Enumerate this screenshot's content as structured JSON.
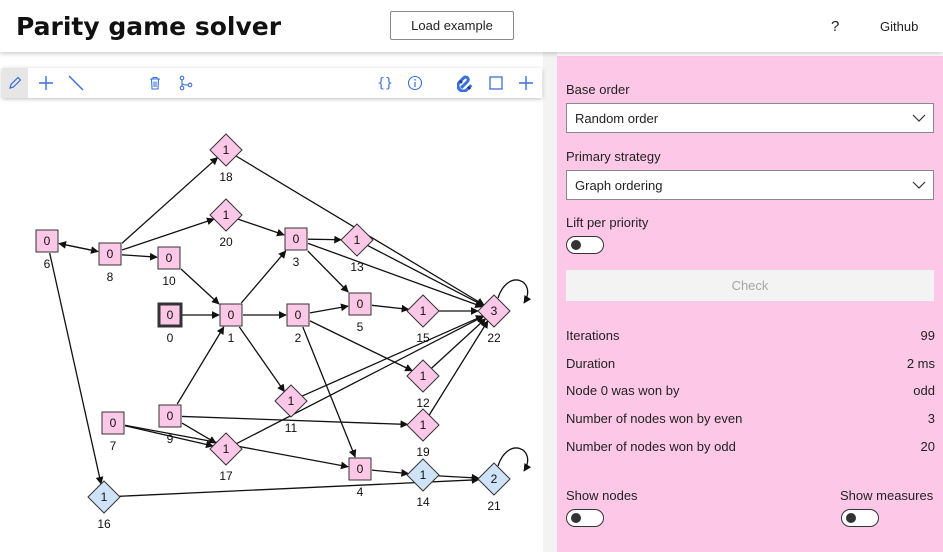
{
  "header": {
    "title": "Parity game solver",
    "load_button": "Load example",
    "help": "?",
    "github": "Github"
  },
  "toolbar": {
    "left": [
      "pencil-icon",
      "plus-icon",
      "line-icon",
      "trash-icon",
      "branch-icon"
    ],
    "right": [
      "braces-icon",
      "info-icon",
      "magnet-icon",
      "square-icon",
      "plus-icon"
    ],
    "braces": "{}"
  },
  "graph": {
    "nodes": [
      {
        "id": "0",
        "priority": "0",
        "shape": "box",
        "color": "#fdc8e7",
        "selected": true
      },
      {
        "id": "1",
        "priority": "0",
        "shape": "box",
        "color": "#fdc8e7"
      },
      {
        "id": "2",
        "priority": "0",
        "shape": "box",
        "color": "#fdc8e7"
      },
      {
        "id": "3",
        "priority": "0",
        "shape": "box",
        "color": "#fdc8e7"
      },
      {
        "id": "4",
        "priority": "0",
        "shape": "box",
        "color": "#fdc8e7"
      },
      {
        "id": "5",
        "priority": "0",
        "shape": "box",
        "color": "#fdc8e7"
      },
      {
        "id": "6",
        "priority": "0",
        "shape": "box",
        "color": "#fdc8e7"
      },
      {
        "id": "7",
        "priority": "0",
        "shape": "box",
        "color": "#fdc8e7"
      },
      {
        "id": "8",
        "priority": "0",
        "shape": "box",
        "color": "#fdc8e7"
      },
      {
        "id": "9",
        "priority": "0",
        "shape": "box",
        "color": "#fdc8e7"
      },
      {
        "id": "10",
        "priority": "0",
        "shape": "box",
        "color": "#fdc8e7"
      },
      {
        "id": "11",
        "priority": "1",
        "shape": "diamond",
        "color": "#fdc8e7"
      },
      {
        "id": "12",
        "priority": "1",
        "shape": "diamond",
        "color": "#fdc8e7"
      },
      {
        "id": "13",
        "priority": "1",
        "shape": "diamond",
        "color": "#fdc8e7"
      },
      {
        "id": "14",
        "priority": "1",
        "shape": "diamond",
        "color": "#cfe3f8"
      },
      {
        "id": "15",
        "priority": "1",
        "shape": "diamond",
        "color": "#fdc8e7"
      },
      {
        "id": "16",
        "priority": "1",
        "shape": "diamond",
        "color": "#cfe3f8"
      },
      {
        "id": "17",
        "priority": "1",
        "shape": "diamond",
        "color": "#fdc8e7"
      },
      {
        "id": "18",
        "priority": "1",
        "shape": "diamond",
        "color": "#fdc8e7"
      },
      {
        "id": "19",
        "priority": "1",
        "shape": "diamond",
        "color": "#fdc8e7"
      },
      {
        "id": "20",
        "priority": "1",
        "shape": "diamond",
        "color": "#fdc8e7"
      },
      {
        "id": "21",
        "priority": "2",
        "shape": "diamond",
        "color": "#cfe3f8"
      },
      {
        "id": "22",
        "priority": "3",
        "shape": "diamond",
        "color": "#fdc8e7"
      }
    ],
    "edges": [
      [
        "0",
        "1"
      ],
      [
        "1",
        "2"
      ],
      [
        "1",
        "3"
      ],
      [
        "1",
        "11"
      ],
      [
        "2",
        "5"
      ],
      [
        "2",
        "4"
      ],
      [
        "2",
        "12"
      ],
      [
        "3",
        "13"
      ],
      [
        "3",
        "5"
      ],
      [
        "3",
        "22"
      ],
      [
        "5",
        "15"
      ],
      [
        "15",
        "22"
      ],
      [
        "13",
        "22"
      ],
      [
        "18",
        "22"
      ],
      [
        "20",
        "3"
      ],
      [
        "8",
        "18"
      ],
      [
        "8",
        "20"
      ],
      [
        "8",
        "6"
      ],
      [
        "8",
        "10"
      ],
      [
        "6",
        "8"
      ],
      [
        "6",
        "16"
      ],
      [
        "10",
        "1"
      ],
      [
        "16",
        "21"
      ],
      [
        "9",
        "1"
      ],
      [
        "9",
        "19"
      ],
      [
        "9",
        "17"
      ],
      [
        "7",
        "17"
      ],
      [
        "7",
        "4"
      ],
      [
        "17",
        "22"
      ],
      [
        "4",
        "14"
      ],
      [
        "14",
        "21"
      ],
      [
        "11",
        "22"
      ],
      [
        "12",
        "22"
      ],
      [
        "19",
        "22"
      ],
      [
        "22",
        "22"
      ],
      [
        "21",
        "21"
      ]
    ]
  },
  "panel": {
    "base_order_label": "Base order",
    "base_order_value": "Random order",
    "primary_strategy_label": "Primary strategy",
    "primary_strategy_value": "Graph ordering",
    "lift_label": "Lift per priority",
    "check_button": "Check",
    "stats": [
      {
        "label": "Iterations",
        "value": "99"
      },
      {
        "label": "Duration",
        "value": "2 ms"
      },
      {
        "label": "Node 0 was won by",
        "value": "odd"
      },
      {
        "label": "Number of nodes won by even",
        "value": "3"
      },
      {
        "label": "Number of nodes won by odd",
        "value": "20"
      }
    ],
    "show_nodes_label": "Show nodes",
    "show_measures_label": "Show measures"
  },
  "colors": {
    "panel_bg": "#fdc8e7",
    "odd_node": "#fdc8e7",
    "even_node": "#cfe3f8",
    "accent": "#3a6fd8"
  }
}
